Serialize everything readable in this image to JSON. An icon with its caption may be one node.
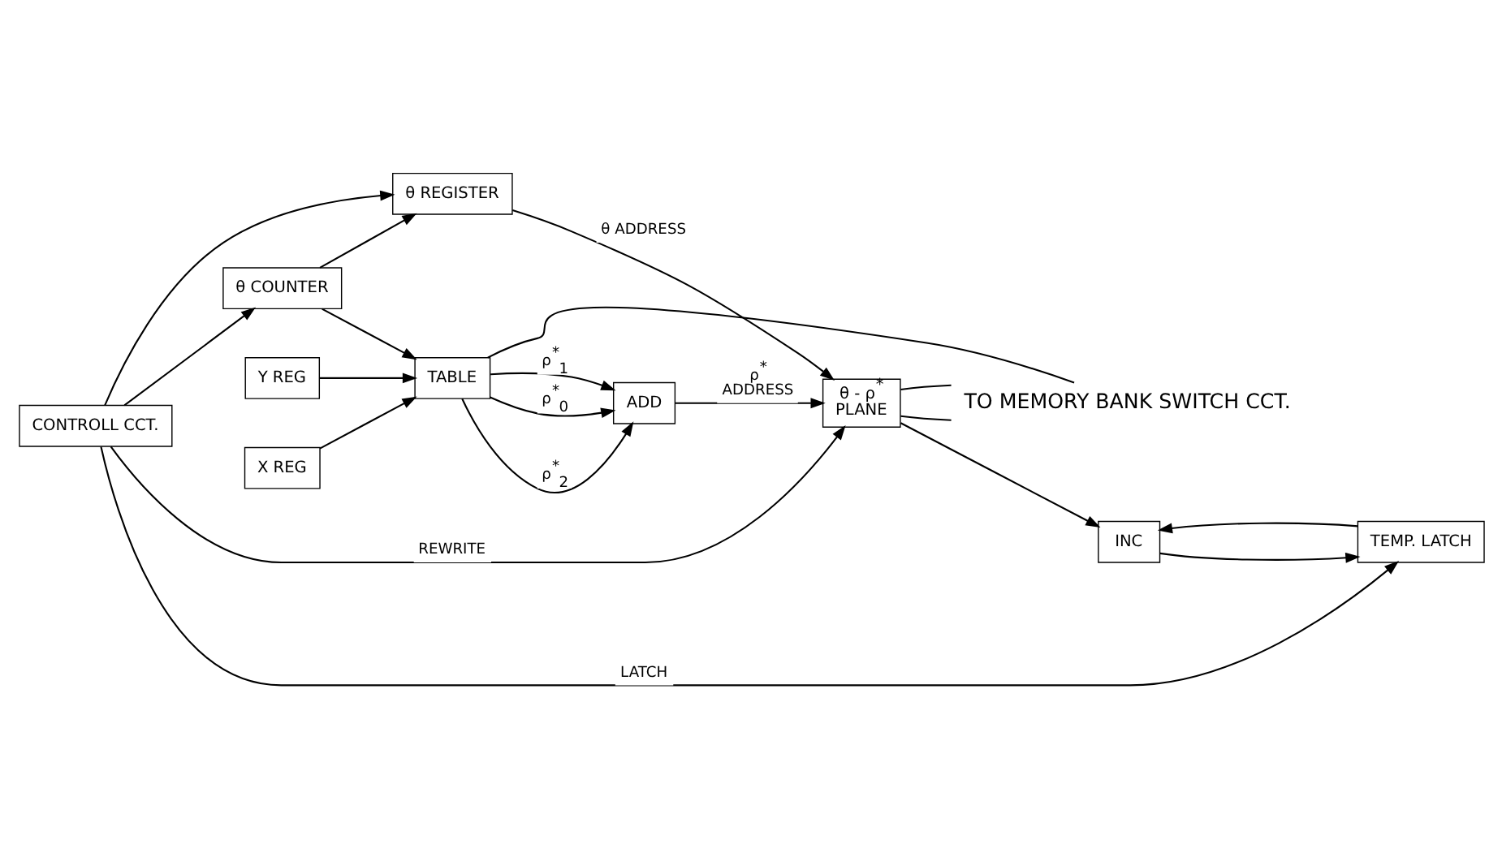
{
  "diagram": {
    "nodes": [
      {
        "text": [
          "TO MEMORY BANK SWITCH CCT."
        ]
      },
      {
        "text": [
          "X REG"
        ]
      },
      {
        "text": [
          "Y REG"
        ]
      },
      {
        "text": [
          "TABLE"
        ]
      },
      {
        "text": [
          "ADD"
        ]
      },
      {
        "text": [
          "θ - ρ$^{*}$",
          "PLANE"
        ]
      },
      {
        "text": [
          "INC"
        ]
      },
      {
        "text": [
          "TEMP. LATCH"
        ]
      },
      {
        "text": [
          "CONTROLL CCT."
        ]
      },
      {
        "text": [
          "θ COUNTER"
        ]
      },
      {
        "text": [
          "θ REGISTER"
        ]
      }
    ],
    "edges": [
      {
        "from": 3,
        "to": 0,
        "arrow": "none"
      },
      {
        "from": 5,
        "to": 0,
        "arrow": "none"
      },
      {
        "from": 5,
        "to": 0,
        "arrow": "none"
      },
      {
        "from": 1,
        "to": 3,
        "arrow": "to"
      },
      {
        "from": 2,
        "to": 3,
        "arrow": "to"
      },
      {
        "from": 3,
        "to": 4,
        "arrow": "to",
        "label": "ρ$^{*}$$_{2}$"
      },
      {
        "from": 3,
        "to": 4,
        "arrow": "to",
        "label": "ρ$^{*}$$_{1}$"
      },
      {
        "from": 3,
        "to": 4,
        "arrow": "to",
        "label": "ρ$^{*}$$_{0}$"
      },
      {
        "from": 4,
        "to": 5,
        "arrow": "to",
        "label": "ρ$^{*}$ ADDRESS"
      },
      {
        "from": 5,
        "to": 6,
        "arrow": "to"
      },
      {
        "from": 6,
        "to": 7,
        "arrow": "to"
      },
      {
        "from": 7,
        "to": 6,
        "arrow": "to"
      },
      {
        "from": 8,
        "to": 9,
        "arrow": "to"
      },
      {
        "from": 9,
        "to": 3,
        "arrow": "to"
      },
      {
        "from": 9,
        "to": 10,
        "arrow": "to"
      },
      {
        "from": 10,
        "to": 5,
        "arrow": "to",
        "label": "θ ADDRESS"
      },
      {
        "from": 8,
        "to": 10,
        "arrow": "to"
      },
      {
        "from": 8,
        "to": 5,
        "arrow": "to",
        "label": "REWRITE"
      },
      {
        "from": 8,
        "to": 7,
        "arrow": "to",
        "label": "LATCH"
      }
    ]
  }
}
